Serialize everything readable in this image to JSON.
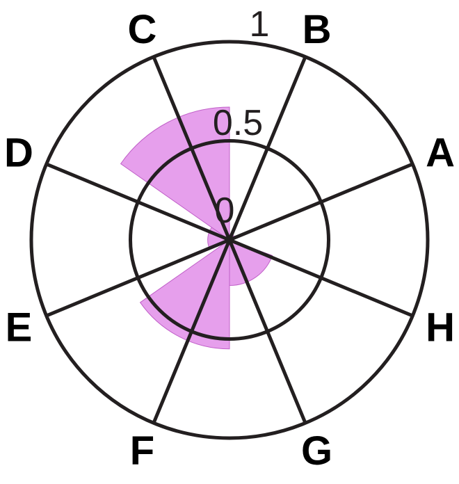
{
  "chart_data": {
    "type": "polar-bar",
    "categories": [
      "A",
      "B",
      "C",
      "D",
      "E",
      "F",
      "G",
      "H"
    ],
    "ticks": [
      "0",
      "0.5",
      "1"
    ],
    "rlim": [
      0,
      1
    ],
    "grid": true,
    "legend": "none",
    "colors": {
      "fill": "#e08ae8",
      "grid": "#231f20",
      "text": "#000000"
    },
    "wedges": [
      {
        "from_deg": 22.5,
        "to_deg": 90,
        "r": 0.03
      },
      {
        "from_deg": 90,
        "to_deg": 145,
        "r": 0.67
      },
      {
        "from_deg": 145,
        "to_deg": 200,
        "r": 0.11
      },
      {
        "from_deg": 200,
        "to_deg": 215,
        "r": 0.03
      },
      {
        "from_deg": 215,
        "to_deg": 270,
        "r": 0.55
      },
      {
        "from_deg": 270,
        "to_deg": 340,
        "r": 0.23
      }
    ]
  }
}
